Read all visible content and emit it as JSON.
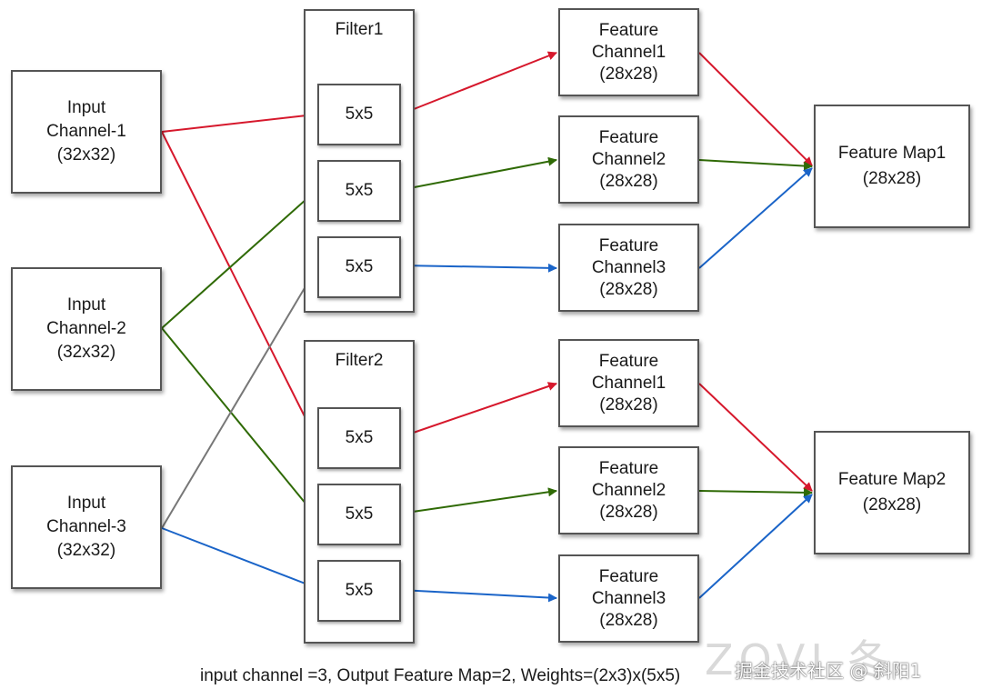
{
  "inputs": [
    {
      "line1": "Input",
      "line2": "Channel-1",
      "line3": "(32x32)"
    },
    {
      "line1": "Input",
      "line2": "Channel-2",
      "line3": "(32x32)"
    },
    {
      "line1": "Input",
      "line2": "Channel-3",
      "line3": "(32x32)"
    }
  ],
  "filters": [
    {
      "title": "Filter1",
      "kernels": [
        "5x5",
        "5x5",
        "5x5"
      ]
    },
    {
      "title": "Filter2",
      "kernels": [
        "5x5",
        "5x5",
        "5x5"
      ]
    }
  ],
  "feature_channels": [
    {
      "line1": "Feature",
      "line2": "Channel1",
      "line3": "(28x28)"
    },
    {
      "line1": "Feature",
      "line2": "Channel2",
      "line3": "(28x28)"
    },
    {
      "line1": "Feature",
      "line2": "Channel3",
      "line3": "(28x28)"
    },
    {
      "line1": "Feature",
      "line2": "Channel1",
      "line3": "(28x28)"
    },
    {
      "line1": "Feature",
      "line2": "Channel2",
      "line3": "(28x28)"
    },
    {
      "line1": "Feature",
      "line2": "Channel3",
      "line3": "(28x28)"
    }
  ],
  "feature_maps": [
    {
      "line1": "Feature Map1",
      "line2": "(28x28)"
    },
    {
      "line1": "Feature Map2",
      "line2": "(28x28)"
    }
  ],
  "caption": "input channel =3, Output Feature Map=2, Weights=(2x3)x(5x5)",
  "watermark": {
    "logo": "ZOVI 冬",
    "text": "掘金技术社区 @ 斜阳1"
  },
  "colors": {
    "red": "#d6182c",
    "green": "#2f6a05",
    "blue": "#1a64c8",
    "gray": "#777777"
  }
}
